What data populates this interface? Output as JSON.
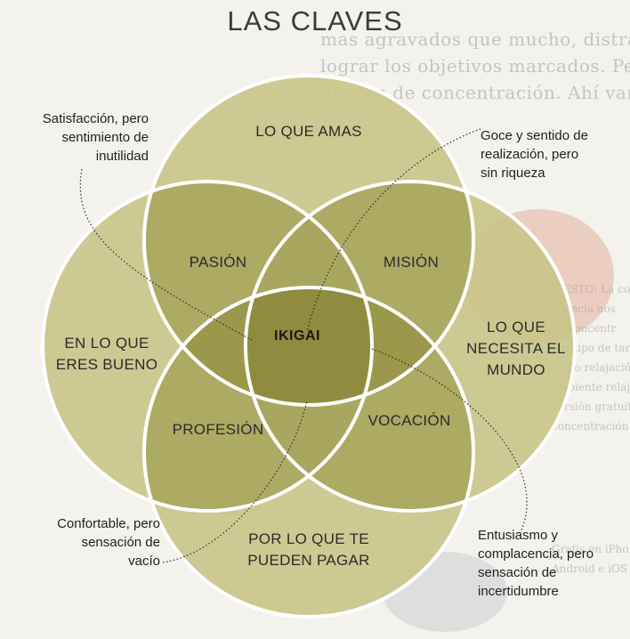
{
  "title": "LAS CLAVES",
  "circles": {
    "top": "LO QUE AMAS",
    "left": "EN LO QUE ERES BUENO",
    "right": "LO QUE NECESITA EL MUNDO",
    "bottom": "POR LO QUE TE PUEDEN PAGAR"
  },
  "intersections": {
    "top_left": "PASIÓN",
    "top_right": "MISIÓN",
    "bottom_left": "PROFESIÓN",
    "bottom_right": "VOCACIÓN",
    "center": "IKIGAI"
  },
  "notes": {
    "top_left": "Satisfacción, pero sentimiento de inutilidad",
    "top_right": "Goce y sentido de realización, pero sin riqueza",
    "bottom_left": "Confortable, pero sensación de vacío",
    "bottom_right": "Entusiasmo y complacencia, pero sensación de incertidumbre"
  },
  "colors": {
    "circle_fill": "#c9c58a",
    "overlap_fill": "#a9a65e",
    "center_fill": "#8f8c3f",
    "circle_stroke": "#ffffff",
    "text": "#2b2b2b"
  }
}
